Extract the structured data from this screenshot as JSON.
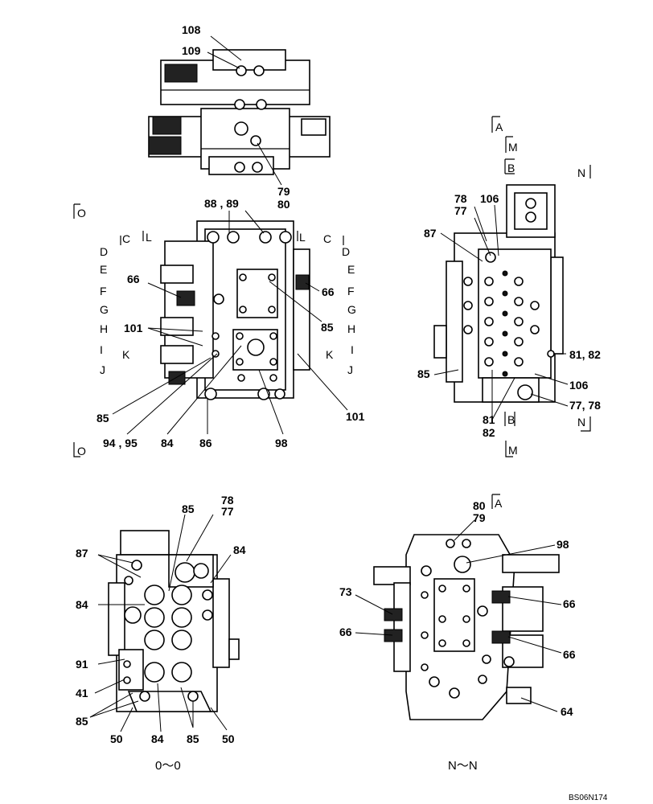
{
  "drawing_code": "BS06N174",
  "views": {
    "o_o": "0～0",
    "n_n": "N～N"
  },
  "section_marks": [
    "A",
    "M",
    "B",
    "N",
    "O",
    "C",
    "L",
    "D",
    "E",
    "F",
    "G",
    "H",
    "I",
    "J",
    "K"
  ],
  "top_view": {
    "labels": [
      "108",
      "109",
      "79",
      "80"
    ]
  },
  "middle_left_view": {
    "labels": [
      "88 , 89",
      "66",
      "66",
      "85",
      "101",
      "101",
      "85",
      "94 , 95",
      "84",
      "86",
      "98"
    ]
  },
  "middle_right_view": {
    "labels": [
      "78",
      "77",
      "106",
      "87",
      "81, 82",
      "85",
      "106",
      "77, 78",
      "81",
      "82"
    ]
  },
  "bottom_left_view": {
    "labels": [
      "85",
      "78",
      "77",
      "87",
      "84",
      "84",
      "91",
      "41",
      "85",
      "50",
      "84",
      "85",
      "50"
    ]
  },
  "bottom_right_view": {
    "labels": [
      "80",
      "79",
      "98",
      "73",
      "66",
      "66",
      "66",
      "64"
    ]
  }
}
